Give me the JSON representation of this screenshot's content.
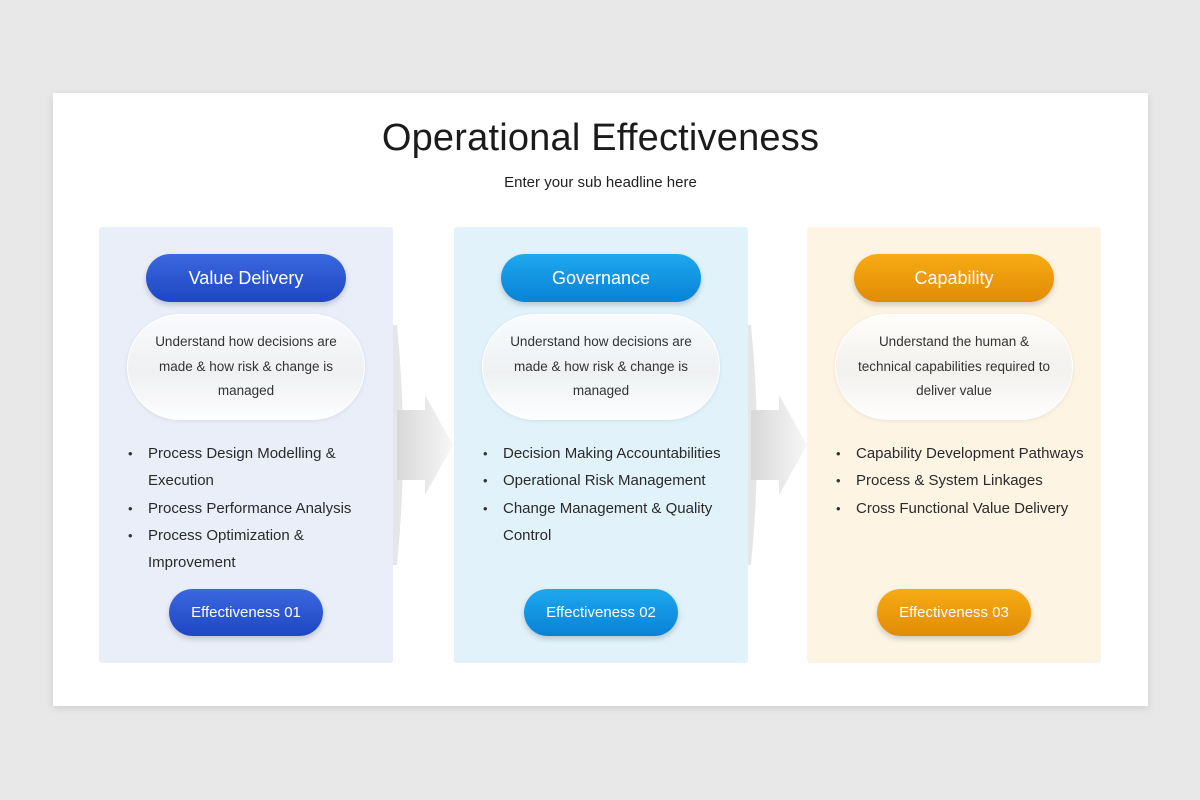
{
  "title": "Operational Effectiveness",
  "subtitle": "Enter your sub headline here",
  "colors": {
    "blue": "#2a55d1",
    "sky": "#0d94e0",
    "amber": "#f0a00c"
  },
  "columns": [
    {
      "heading": "Value Delivery",
      "description": "Understand how decisions are made & how risk & change is managed",
      "bullets": [
        "Process Design Modelling & Execution",
        "Process Performance Analysis",
        "Process Optimization & Improvement"
      ],
      "badge": "Effectiveness 01"
    },
    {
      "heading": "Governance",
      "description": "Understand how decisions are made & how risk & change is managed",
      "bullets": [
        "Decision Making Accountabilities",
        "Operational Risk Management",
        "Change Management & Quality Control"
      ],
      "badge": "Effectiveness 02"
    },
    {
      "heading": "Capability",
      "description": "Understand the human & technical capabilities required to deliver value",
      "bullets": [
        "Capability Development Pathways",
        "Process & System Linkages",
        "Cross Functional Value Delivery"
      ],
      "badge": "Effectiveness 03"
    }
  ]
}
